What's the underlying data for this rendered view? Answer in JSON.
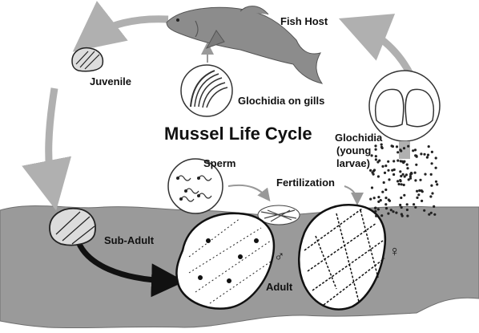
{
  "title": "Mussel Life Cycle",
  "labels": {
    "fish_host": "Fish Host",
    "juvenile": "Juvenile",
    "glochidia_on_gills": "Glochidia on gills",
    "glochidia_line1": "Glochidia",
    "glochidia_line2": "(young",
    "glochidia_line3": "larvae)",
    "sperm": "Sperm",
    "fertilization": "Fertilization",
    "sub_adult": "Sub-Adult",
    "adult": "Adult",
    "male_symbol": "♂",
    "female_symbol": "♀"
  },
  "colors": {
    "arrow_gray": "#b0b0b0",
    "riverbed": "#9a9a9a",
    "fish": "#8c8c8c",
    "ink": "#111111"
  }
}
